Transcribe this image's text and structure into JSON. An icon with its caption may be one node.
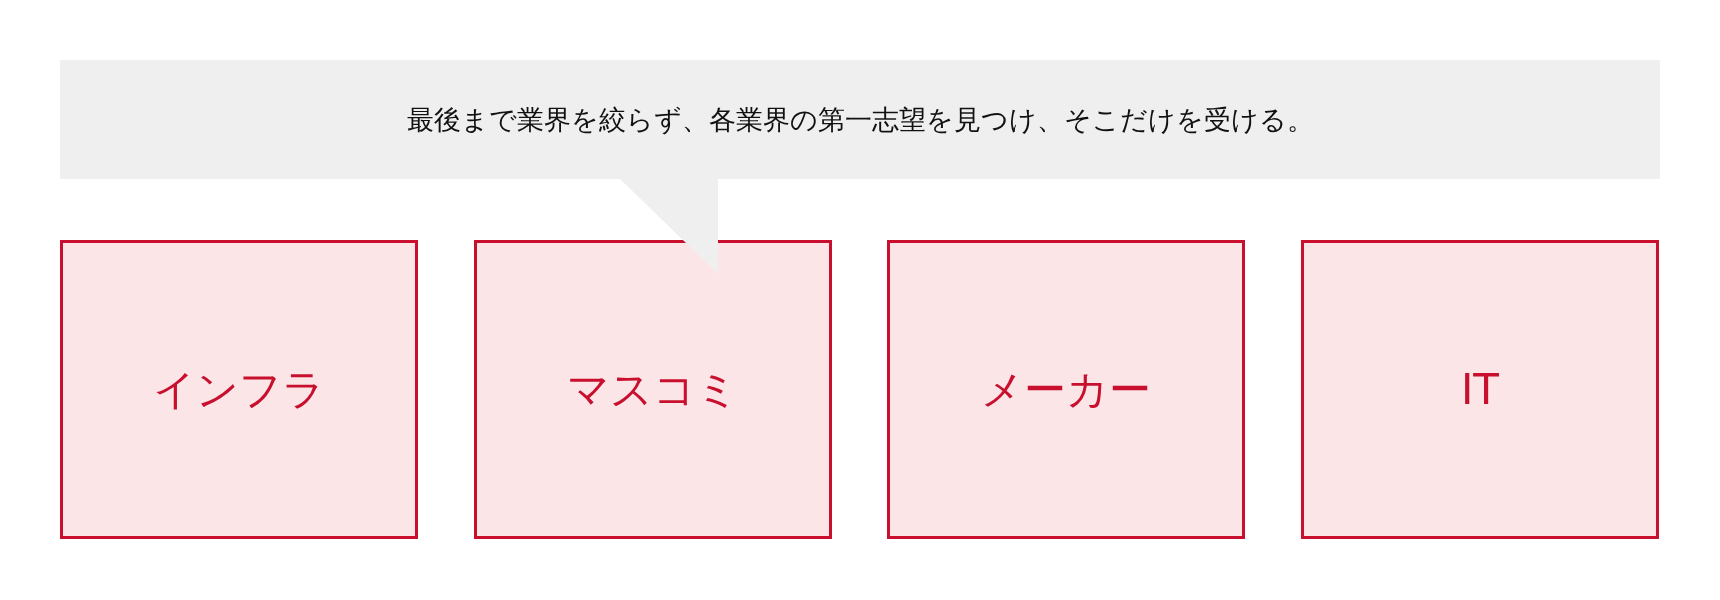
{
  "diagram": {
    "nodes": [
      {
        "text": [
          "最後まで業界を絞らず、各業界の第一志望を見つけ、そこだけを受ける。"
        ]
      },
      {
        "text": [
          "インフラ"
        ]
      },
      {
        "text": [
          "マスコミ"
        ]
      },
      {
        "text": [
          "メーカー"
        ]
      },
      {
        "text": [
          "IT"
        ]
      }
    ]
  }
}
